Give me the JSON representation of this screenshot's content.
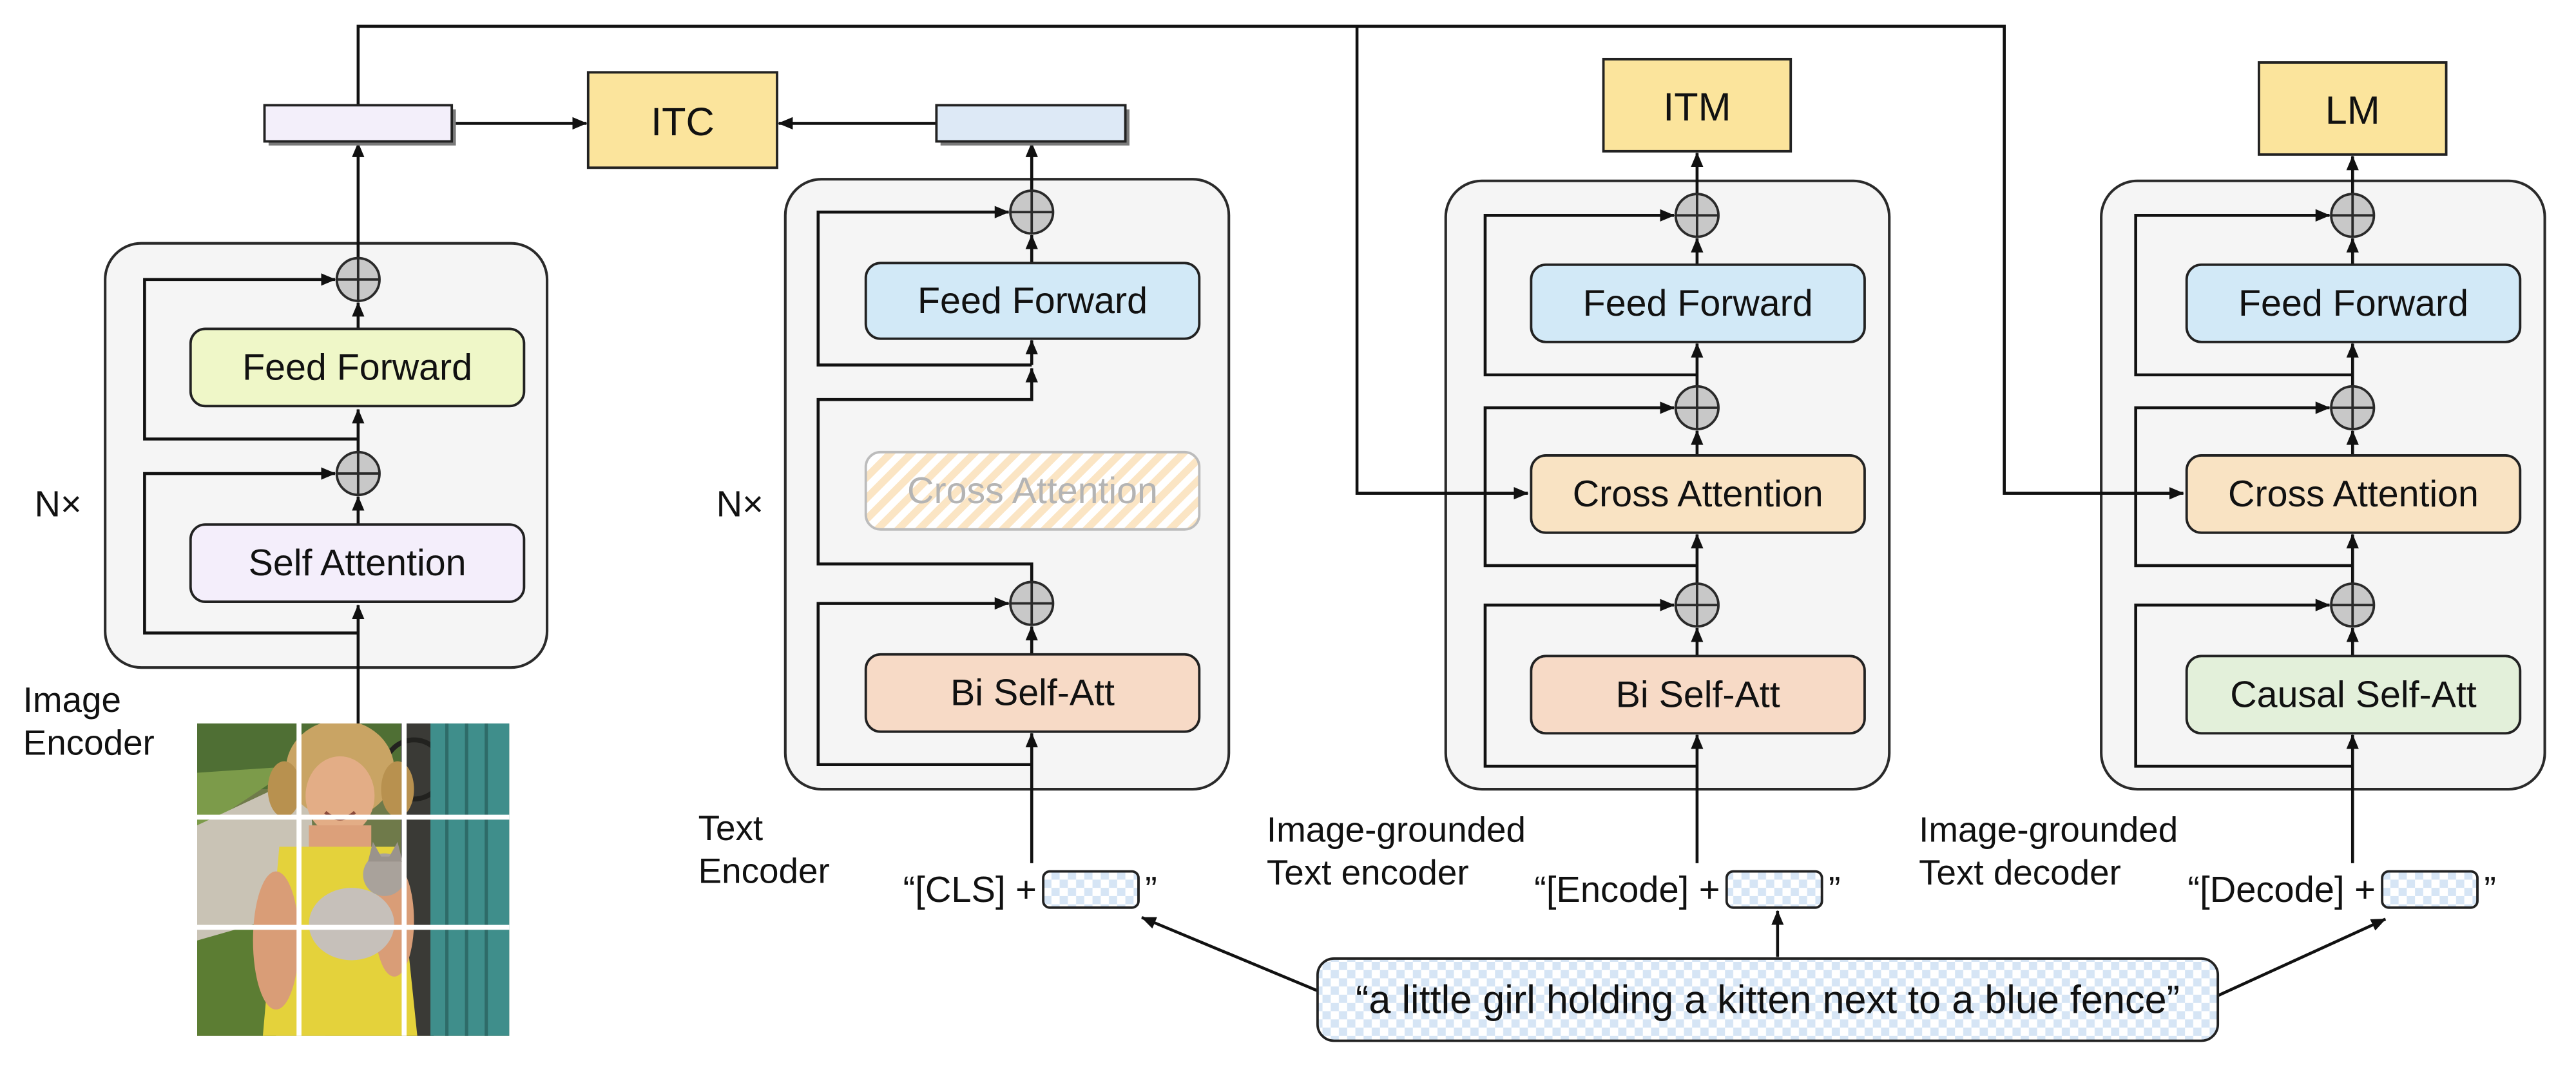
{
  "objectives": {
    "itc": "ITC",
    "itm": "ITM",
    "lm": "LM"
  },
  "image_encoder": {
    "repeat_label": "N×",
    "name_line1": "Image",
    "name_line2": "Encoder",
    "feed_forward": "Feed Forward",
    "self_attention": "Self Attention"
  },
  "text_encoder": {
    "repeat_label": "N×",
    "name_line1": "Text",
    "name_line2": "Encoder",
    "feed_forward": "Feed Forward",
    "cross_attention": "Cross Attention",
    "self_attention": "Bi Self-Att",
    "input_prefix": "“[CLS] +",
    "input_suffix": "”"
  },
  "image_grounded_text_encoder": {
    "name_line1": "Image-grounded",
    "name_line2": "Text encoder",
    "feed_forward": "Feed Forward",
    "cross_attention": "Cross Attention",
    "self_attention": "Bi Self-Att",
    "input_prefix": "“[Encode] +",
    "input_suffix": "”"
  },
  "image_grounded_text_decoder": {
    "name_line1": "Image-grounded",
    "name_line2": "Text decoder",
    "feed_forward": "Feed Forward",
    "cross_attention": "Cross Attention",
    "self_attention": "Causal Self-Att",
    "input_prefix": "“[Decode] +",
    "input_suffix": "”"
  },
  "caption": "“a little girl holding a kitten next to a blue fence”",
  "colors": {
    "block_background": "#f5f5f5",
    "feed_forward_image": "#eff7c8",
    "self_attention_image": "#f4eefb",
    "feed_forward_text": "#d2e9f7",
    "bi_self_att": "#f7dac6",
    "cross_attention": "#f9e3c3",
    "causal_self_att": "#e3f0da",
    "objective": "#fbe49c",
    "image_embedding": "#f3effa",
    "text_embedding": "#dde9f6",
    "embedding_shadow": "#7a7a7a",
    "add_node": "#c8c8c8"
  }
}
